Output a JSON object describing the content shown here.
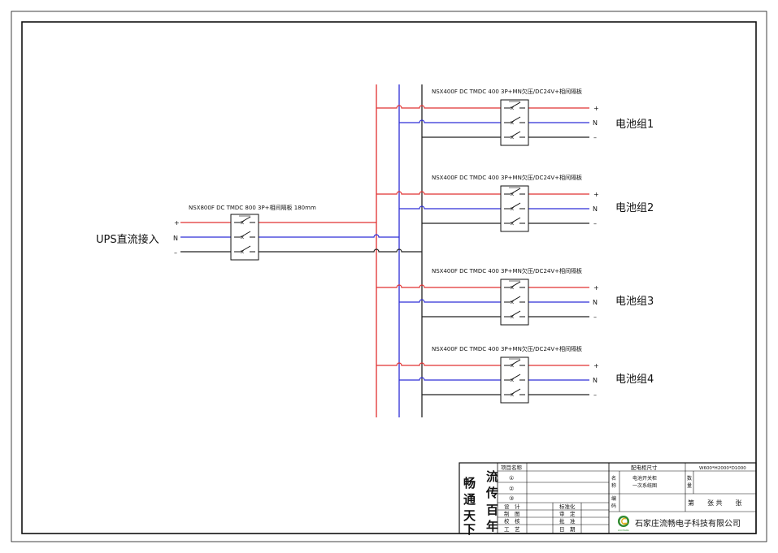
{
  "colors": {
    "positive": "#e03030",
    "neutral": "#2d2dd6",
    "negative": "#222222",
    "border": "#111111",
    "logo_green": "#2f8a2f",
    "logo_yellow": "#e0b020"
  },
  "input": {
    "label": "UPS直流接入",
    "breaker": "NSX800F  DC  TMDC  800  3P+相间隔板  180mm",
    "terminals": [
      "+",
      "N",
      "–"
    ]
  },
  "outputs": [
    {
      "breaker": "NSX400F  DC  TMDC  400  3P+MN欠压/DC24V+相间隔板",
      "terminals": [
        "+",
        "N",
        "–"
      ],
      "label": "电池组1"
    },
    {
      "breaker": "NSX400F  DC  TMDC  400  3P+MN欠压/DC24V+相间隔板",
      "terminals": [
        "+",
        "N",
        "–"
      ],
      "label": "电池组2"
    },
    {
      "breaker": "NSX400F  DC  TMDC  400  3P+MN欠压/DC24V+相间隔板",
      "terminals": [
        "+",
        "N",
        "–"
      ],
      "label": "电池组3"
    },
    {
      "breaker": "NSX400F  DC  TMDC  400  3P+MN欠压/DC24V+相间隔板",
      "terminals": [
        "+",
        "N",
        "–"
      ],
      "label": "电池组4"
    }
  ],
  "title_block": {
    "slogan": [
      "流",
      "传",
      "百",
      "年",
      "畅",
      "通",
      "天",
      "下"
    ],
    "project_name": "项目名称",
    "rev1": "①",
    "rev2": "②",
    "rev3": "③",
    "design": "设　计",
    "drawing": "制　图",
    "check": "校　核",
    "process": "工　艺",
    "standardize": "标准化",
    "review": "审　定",
    "approve": "批　准",
    "date": "日　期",
    "cabinet_size_label": "配电柜尺寸",
    "cabinet_size_value": "W600*H2000*D1000",
    "name_label": "名称",
    "name_value_1": "电池开关柜",
    "name_value_2": "一次系统图",
    "qty_label": "数量",
    "code_label": "编码",
    "sheet": "第　　张 共　　张",
    "company": "石家庄流畅电子科技有限公司",
    "logo_text": "LIUCHANG"
  }
}
